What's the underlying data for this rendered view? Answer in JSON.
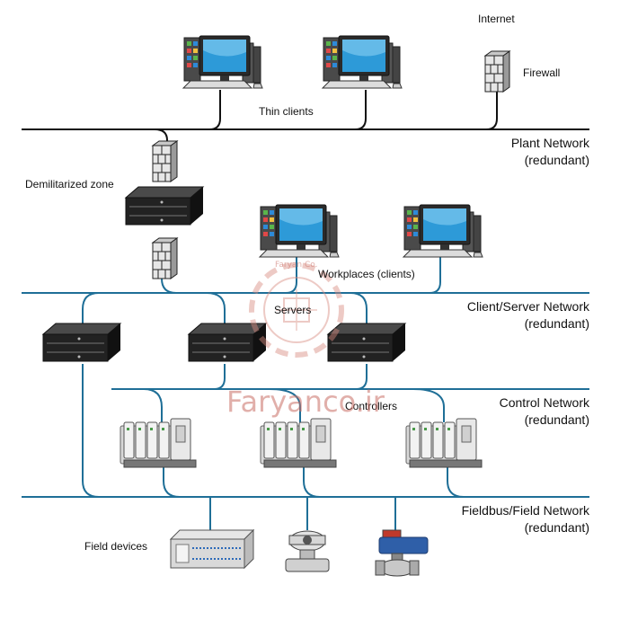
{
  "labels": {
    "internet": "Internet",
    "firewall": "Firewall",
    "thin_clients": "Thin clients",
    "dmz": "Demilitarized zone",
    "workplaces": "Workplaces (clients)",
    "servers": "Servers",
    "controllers": "Controllers",
    "field_devices": "Field devices"
  },
  "networks": [
    {
      "name": "Plant Network",
      "note": "(redundant)"
    },
    {
      "name": "Client/Server Network",
      "note": "(redundant)"
    },
    {
      "name": "Control Network",
      "note": "(redundant)"
    },
    {
      "name": "Fieldbus/Field Network",
      "note": "(redundant)"
    }
  ],
  "watermark": {
    "text": "Faryanco.ir",
    "logo_text": "Faryan Co."
  },
  "colors": {
    "plant_bus": "#111111",
    "bus": "#1f6f97",
    "text": "#111111",
    "watermark": "#d98b7f"
  }
}
